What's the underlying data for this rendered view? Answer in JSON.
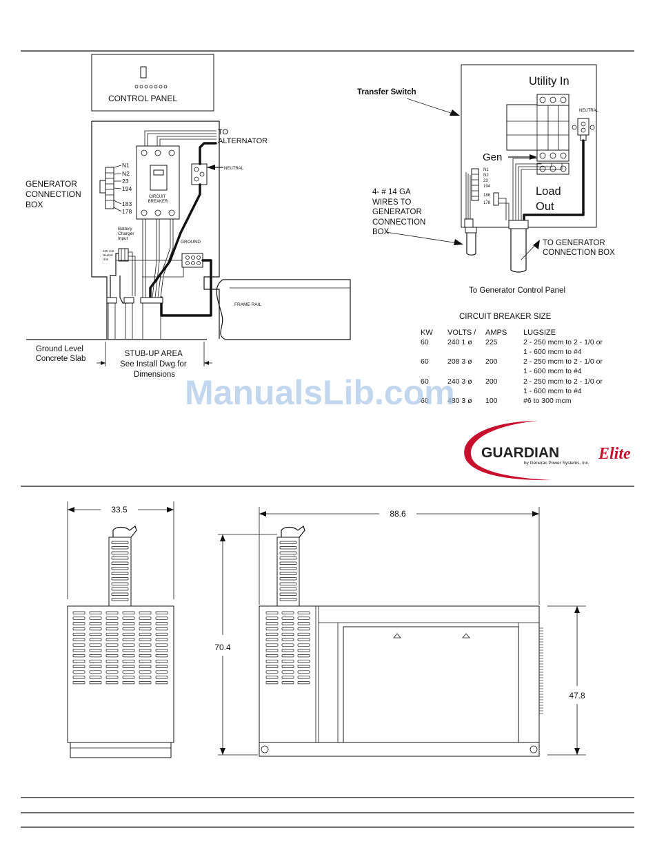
{
  "colors": {
    "brand_red": "#c8102e",
    "brand_dark": "#222222",
    "watermark": "#a9c7e8"
  },
  "control_panel": {
    "label": "CONTROL PANEL"
  },
  "gen_box": {
    "label_lines": [
      "GENERATOR",
      "CONNECTION",
      "BOX"
    ],
    "terminals": [
      "N1",
      "N2",
      "23",
      "194",
      "183",
      "178"
    ],
    "to_alternator": [
      "TO",
      "ALTERNATOR"
    ],
    "neutral": "NEUTRAL",
    "breaker_lines": [
      "CIRCUIT",
      "BREAKER"
    ],
    "battery_lines": [
      "Battery",
      "Charger",
      "Input"
    ],
    "outlet_lines": [
      "120 Volt",
      "Neutral",
      "Unit"
    ],
    "ground": "GROUND",
    "frame_rail": "FRAME RAIL",
    "ground_level": [
      "Ground Level",
      "Concrete Slab"
    ],
    "stub_up": [
      "STUB-UP AREA",
      "See Install Dwg for",
      "Dimensions"
    ]
  },
  "transfer_switch": {
    "label": "Transfer Switch",
    "utility_in": "Utility In",
    "neutral": "NEUTRAL",
    "gen": "Gen",
    "load_out": [
      "Load",
      "Out"
    ],
    "terminals": [
      "N1",
      "N2",
      "23",
      "194"
    ],
    "terminals_low": [
      "186",
      "178"
    ],
    "wires_note": [
      "4- # 14 GA",
      "WIRES TO",
      "GENERATOR",
      "CONNECTION",
      "BOX"
    ],
    "to_gen_box": [
      "TO GENERATOR",
      "CONNECTION BOX"
    ],
    "to_control_panel": "To Generator Control Panel"
  },
  "breaker_table": {
    "title": "CIRCUIT BREAKER SIZE",
    "headers": [
      "KW",
      "VOLTS  /",
      "AMPS",
      "LUGSIZE"
    ],
    "rows": [
      {
        "kw": "60",
        "volts": "240 1 ø",
        "amps": "225",
        "lug": [
          "2 - 250 mcm to 2 - 1/0 or",
          "1 - 600 mcm to #4"
        ]
      },
      {
        "kw": "60",
        "volts": "208 3 ø",
        "amps": "200",
        "lug": [
          "2 - 250 mcm to 2 - 1/0 or",
          "1 - 600 mcm to #4"
        ]
      },
      {
        "kw": "60",
        "volts": "240 3 ø",
        "amps": "200",
        "lug": [
          "2 - 250 mcm to 2 - 1/0 or",
          "1 - 600 mcm to #4"
        ]
      },
      {
        "kw": "60",
        "volts": "480 3 ø",
        "amps": "100",
        "lug": [
          "#6 to 300 mcm"
        ]
      }
    ]
  },
  "logo": {
    "brand": "GUARDIAN",
    "script": "Elite",
    "tagline": "by Generac Power Systems, Inc."
  },
  "watermark": "ManualsLib.com",
  "dimensions": {
    "width": "33.5",
    "length": "88.6",
    "height_total": "70.4",
    "height_enclosure": "47.8"
  }
}
